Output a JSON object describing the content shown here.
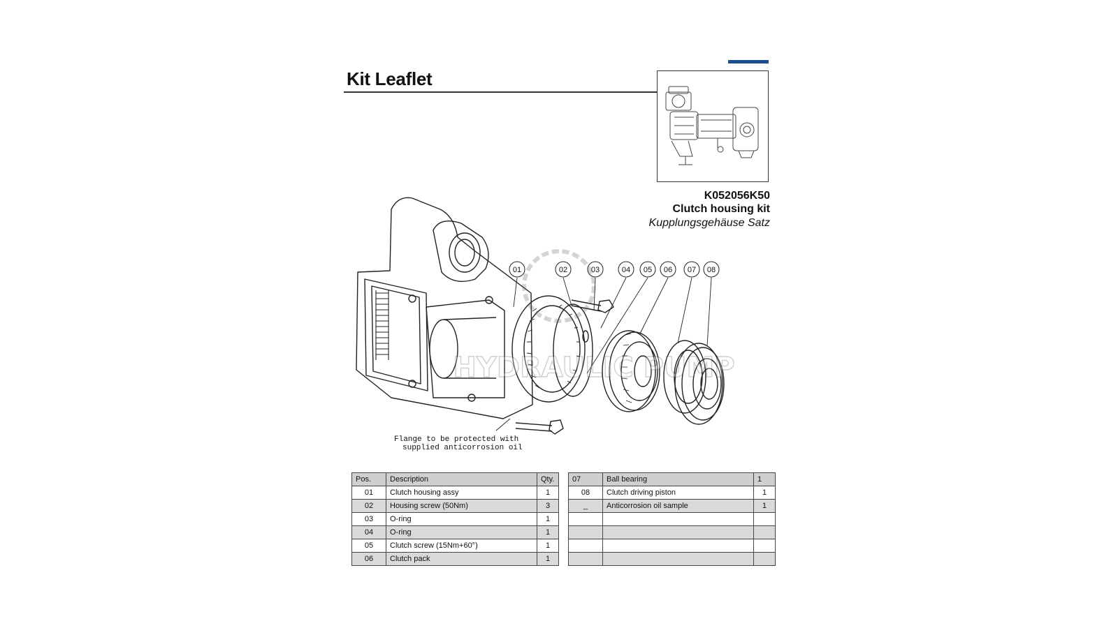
{
  "header": {
    "title": "Kit Leaflet"
  },
  "kit": {
    "code": "K052056K50",
    "name": "Clutch housing kit",
    "name_de": "Kupplungsgehäuse Satz"
  },
  "drawing": {
    "callouts": [
      "01",
      "02",
      "03",
      "04",
      "05",
      "06",
      "07",
      "08"
    ],
    "note_line1": "Flange to be protected with",
    "note_line2": "supplied anticorrosion oil",
    "watermark": "HYDRAULIC PUMP"
  },
  "table": {
    "headers": {
      "pos": "Pos.",
      "description": "Description",
      "qty": "Qty."
    },
    "rows": [
      {
        "pos": "01",
        "description": "Clutch housing assy",
        "qty": "1",
        "pos2": "07",
        "description2": "Ball bearing",
        "qty2": "1"
      },
      {
        "pos": "02",
        "description": "Housing screw (50Nm)",
        "qty": "3",
        "pos2": "08",
        "description2": "Clutch driving piston",
        "qty2": "1"
      },
      {
        "pos": "03",
        "description": "O-ring",
        "qty": "1",
        "pos2": "_",
        "description2": "Anticorrosion oil sample",
        "qty2": "1"
      },
      {
        "pos": "04",
        "description": "O-ring",
        "qty": "1",
        "pos2": "",
        "description2": "",
        "qty2": ""
      },
      {
        "pos": "05",
        "description": "Clutch screw (15Nm+60°)",
        "qty": "1",
        "pos2": "",
        "description2": "",
        "qty2": ""
      },
      {
        "pos": "06",
        "description": "Clutch pack",
        "qty": "1",
        "pos2": "",
        "description2": "",
        "qty2": ""
      }
    ]
  },
  "colors": {
    "accent": "#1f4e8c",
    "row_shade": "#d9d9d9",
    "header_shade": "#cfcfcf"
  }
}
